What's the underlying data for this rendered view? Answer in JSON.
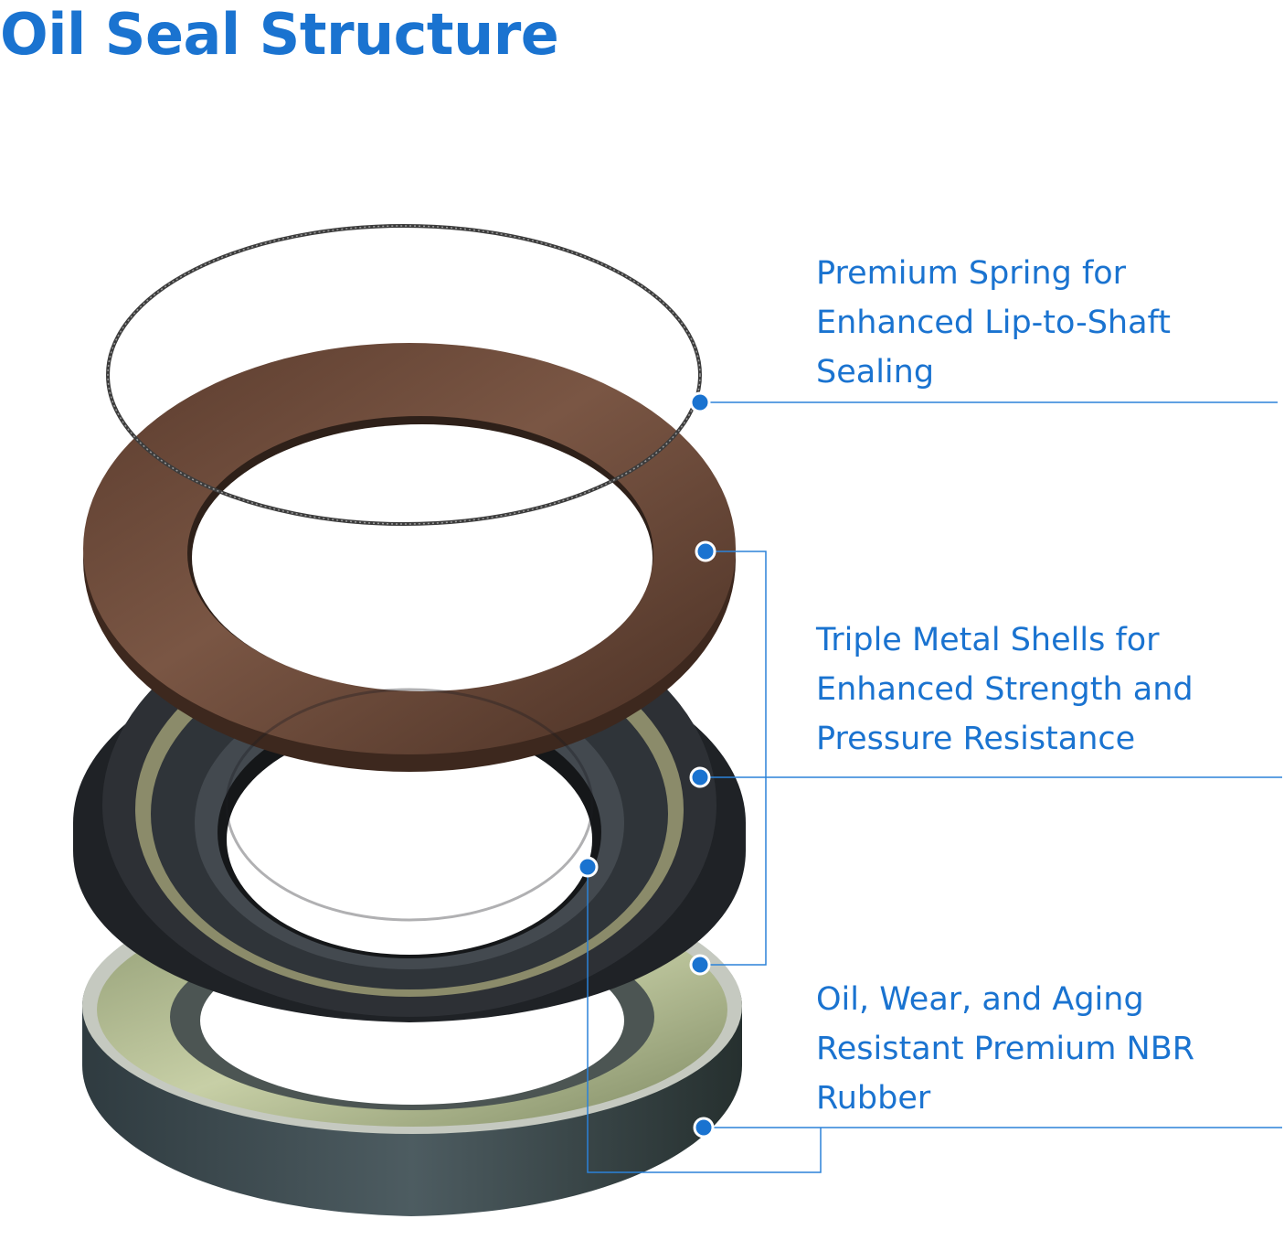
{
  "title": "Oil Seal Structure",
  "colors": {
    "accent": "#1a73d0",
    "leader": "#2b82d9",
    "spring": "#5c5c5c",
    "metal_shell": "#6b4a3a",
    "rubber": "#2a2c30",
    "green_lining": "#a9b38d",
    "outer_case": "#3c4a4f"
  },
  "callouts": [
    {
      "id": "spring",
      "lines": [
        "Premium Spring for",
        "Enhanced Lip-to-Shaft",
        "Sealing"
      ]
    },
    {
      "id": "shells",
      "lines": [
        "Triple Metal Shells for",
        "Enhanced Strength and",
        "Pressure Resistance"
      ]
    },
    {
      "id": "rubber",
      "lines": [
        "Oil, Wear, and Aging",
        "Resistant Premium NBR",
        "Rubber"
      ]
    }
  ],
  "markers": [
    {
      "name": "spring-marker",
      "icon": "dot-marker-icon"
    },
    {
      "name": "metal-shell-marker-1",
      "icon": "dot-marker-icon"
    },
    {
      "name": "metal-shell-marker-2",
      "icon": "dot-marker-icon"
    },
    {
      "name": "metal-shell-marker-3",
      "icon": "dot-marker-icon"
    },
    {
      "name": "rubber-marker-1",
      "icon": "dot-marker-icon"
    },
    {
      "name": "rubber-marker-2",
      "icon": "dot-marker-icon"
    }
  ]
}
